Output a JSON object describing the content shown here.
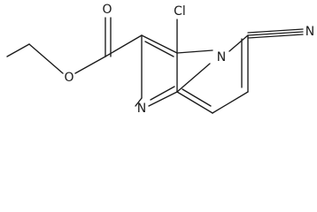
{
  "atoms": {
    "ester_o": "O",
    "carbonyl_o": "O",
    "chlorine": "Cl",
    "ring_n_upper": "N",
    "ring_n_lower": "N",
    "nitrile_n": "N"
  }
}
